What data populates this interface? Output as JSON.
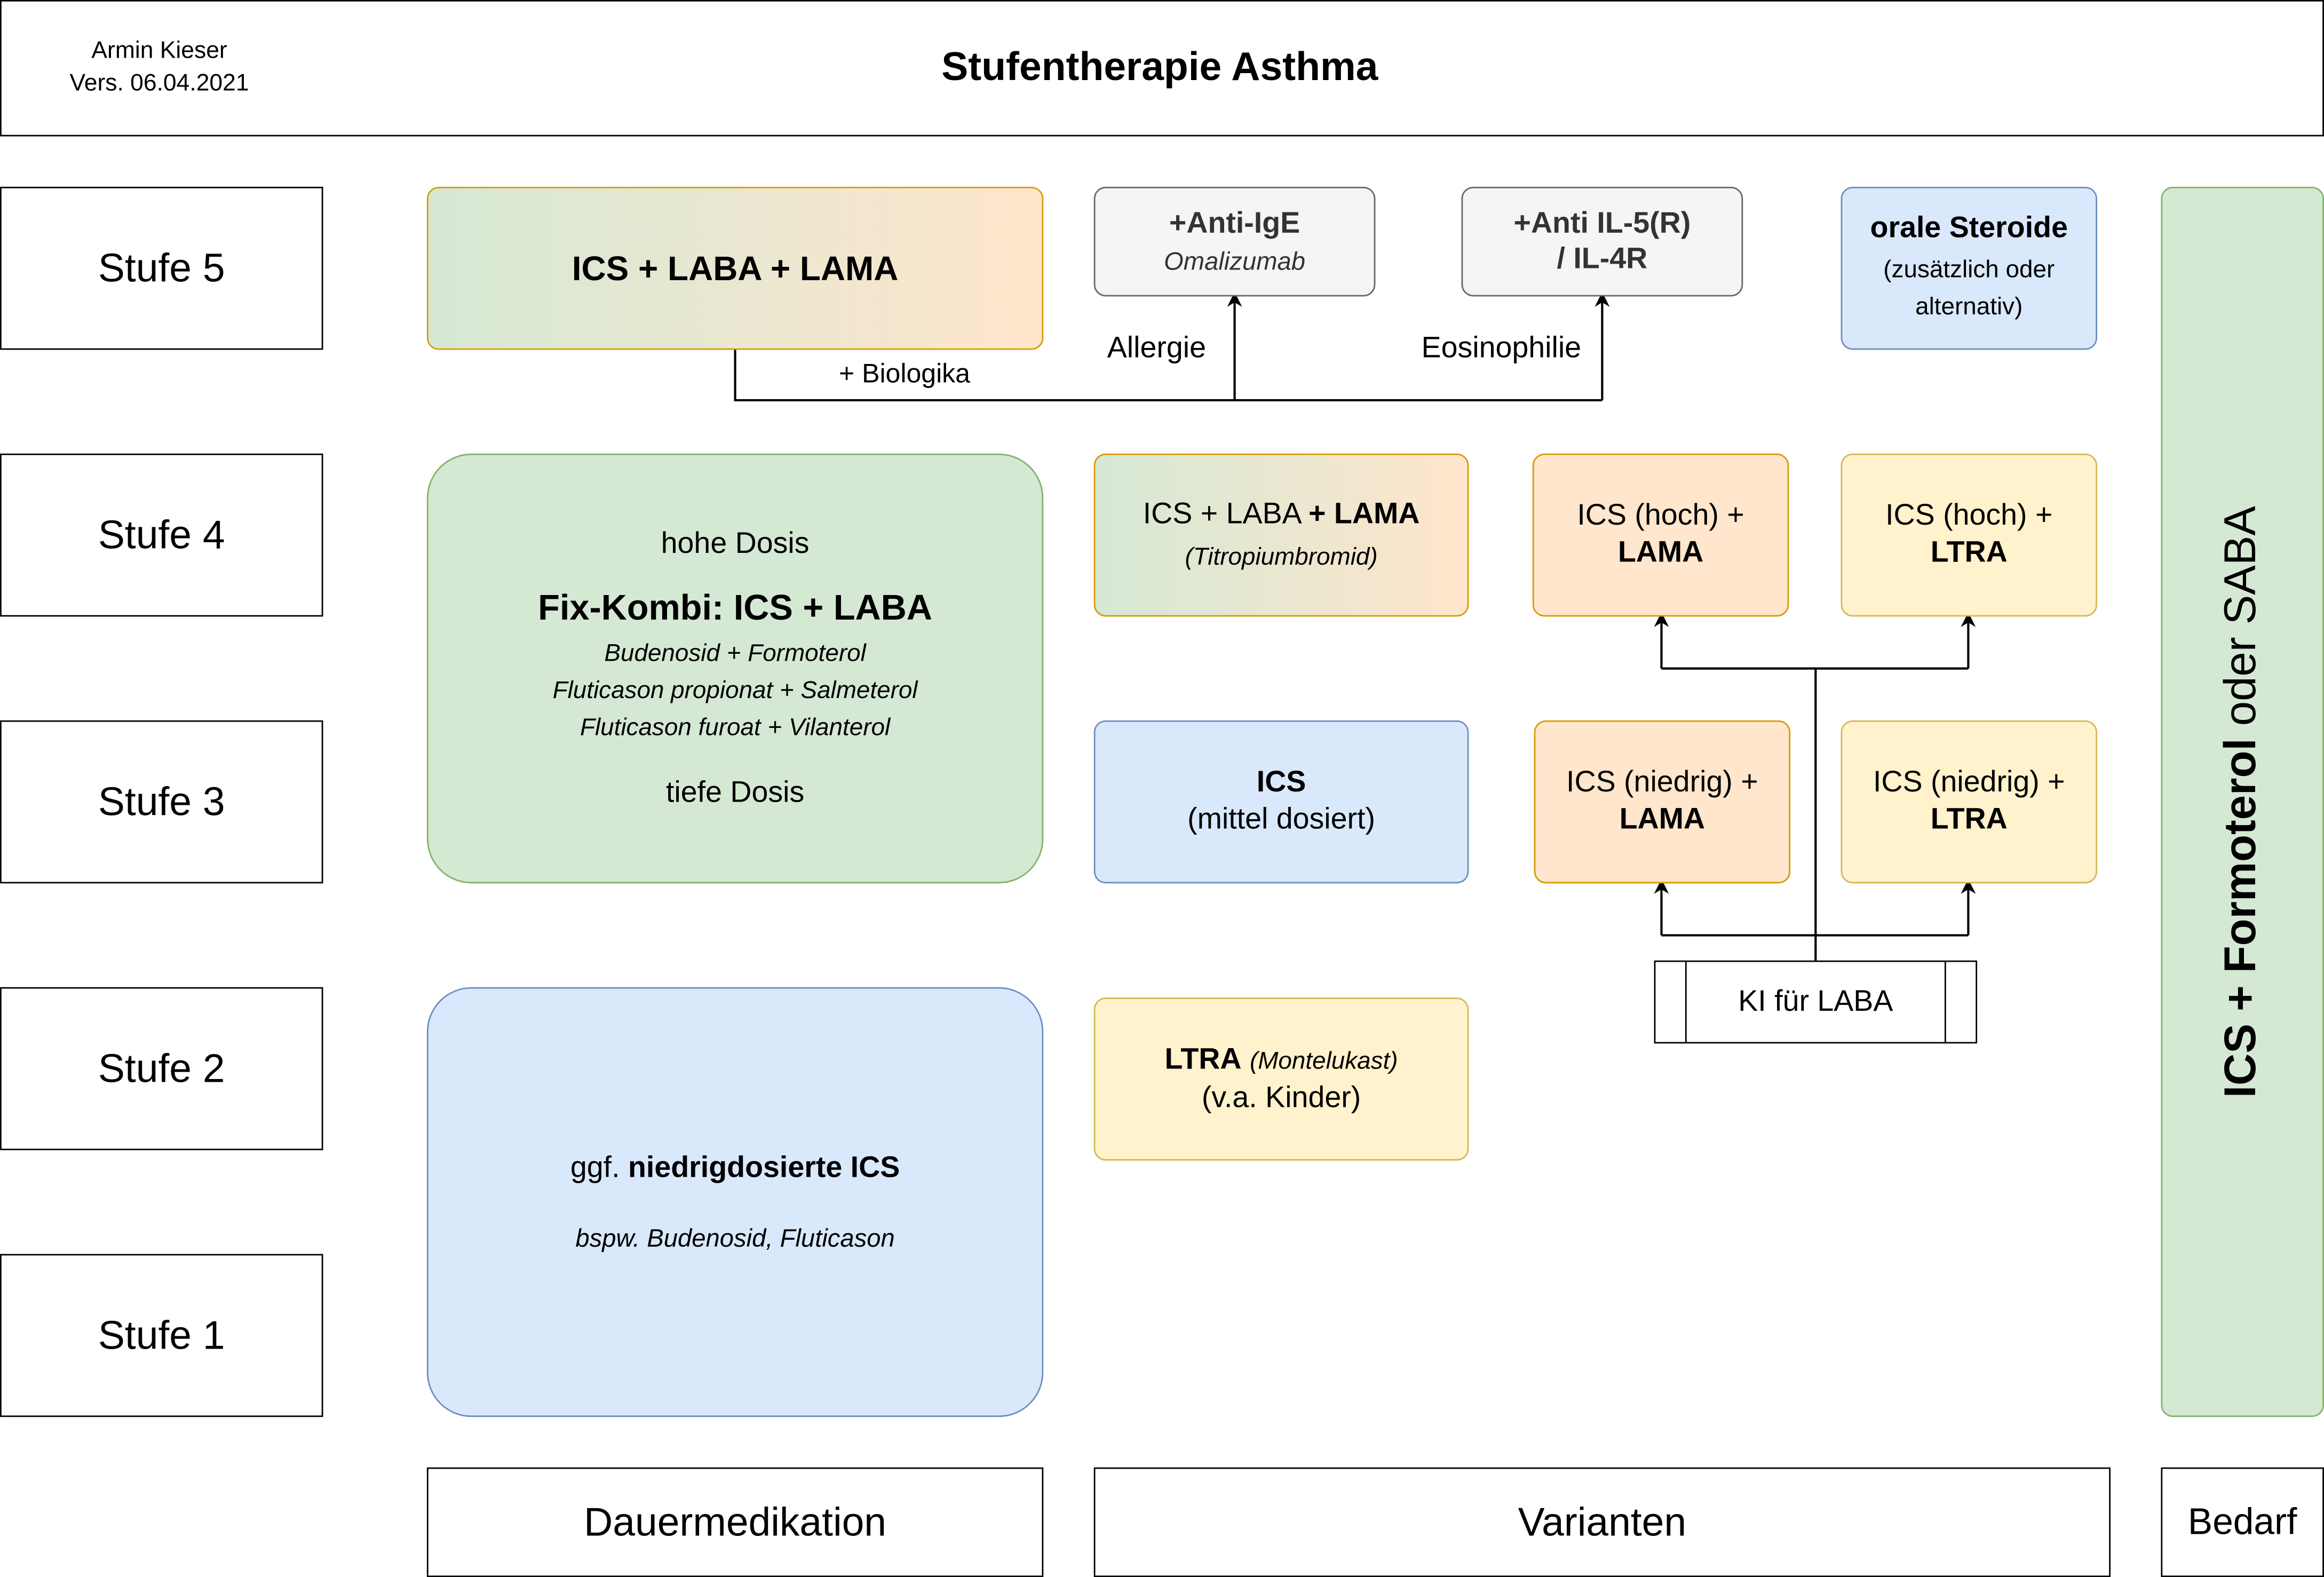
{
  "header": {
    "author": "Armin Kieser",
    "version": "Vers. 06.04.2021",
    "title": "Stufentherapie Asthma"
  },
  "stufen": [
    "Stufe 5",
    "Stufe 4",
    "Stufe 3",
    "Stufe 2",
    "Stufe 1"
  ],
  "dauermedikation": {
    "stufe5": "ICS + LABA + LAMA",
    "stufe34": {
      "high": "hohe Dosis",
      "title": "Fix-Kombi: ICS + LABA",
      "combos": [
        "Budenosid + Formoterol",
        "Fluticason propionat + Salmeterol",
        "Fluticason furoat + Vilanterol"
      ],
      "low": "tiefe Dosis"
    },
    "stufe12": {
      "prefix": "ggf.",
      "title": "niedrigdosierte ICS",
      "examples": "bspw. Budenosid, Fluticason"
    }
  },
  "biologika": {
    "label": "+ Biologika",
    "allergie": "Allergie",
    "eosinophilie": "Eosinophilie",
    "anti_ige": {
      "title": "+Anti-IgE",
      "sub": "Omalizumab"
    },
    "anti_il5": {
      "line1": "+Anti IL-5(R)",
      "line2": "/ IL-4R"
    }
  },
  "orale_steroide": {
    "title": "orale Steroide",
    "line1": "(zusätzlich oder",
    "line2": "alternativ)"
  },
  "varianten": {
    "s4_lama": {
      "prefix": "ICS + LABA",
      "bold": "+ LAMA",
      "sub": "(Titropiumbromid)"
    },
    "s4_hoch_lama": {
      "line1": "ICS (hoch) +",
      "line2": "LAMA"
    },
    "s4_hoch_ltra": {
      "line1": "ICS (hoch) +",
      "line2": "LTRA"
    },
    "s3_ics": {
      "title": "ICS",
      "sub": "(mittel dosiert)"
    },
    "s3_niedrig_lama": {
      "line1": "ICS (niedrig) +",
      "line2": "LAMA"
    },
    "s3_niedrig_ltra": {
      "line1": "ICS (niedrig) +",
      "line2": "LTRA"
    },
    "s2_ltra": {
      "bold": "LTRA",
      "italic": "(Montelukast)",
      "sub": "(v.a. Kinder)"
    },
    "ki_laba": "KI für LABA"
  },
  "bedarf": {
    "bold": "ICS + Formoterol",
    "rest": "oder SABA"
  },
  "footer": {
    "dauer": "Dauermedikation",
    "varianten": "Varianten",
    "bedarf": "Bedarf"
  },
  "colors": {
    "green": "#d5e8d4",
    "blue": "#dae8fc",
    "orange": "#ffe6cc",
    "yellow": "#fff2cc",
    "gray": "#f5f5f5"
  }
}
